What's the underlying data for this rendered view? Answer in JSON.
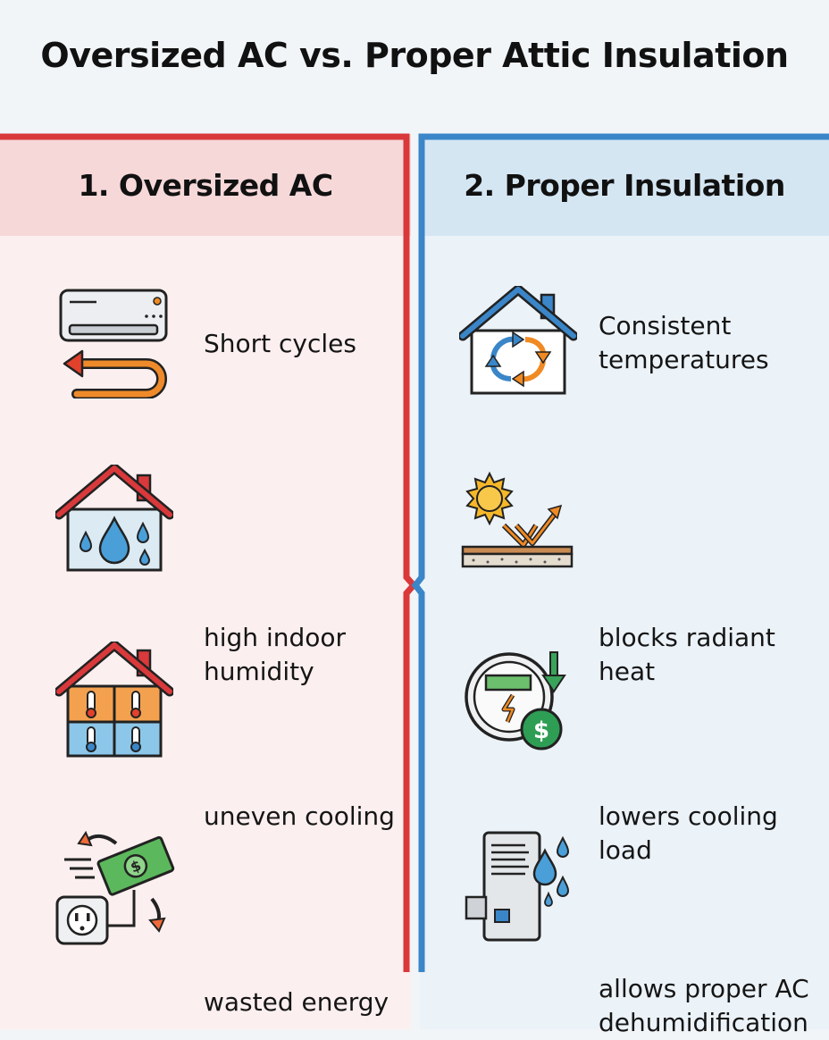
{
  "title": "Oversized AC vs. Proper Attic Insulation",
  "accent_colors": {
    "left": "#d9393b",
    "right": "#3a86c8"
  },
  "left": {
    "heading": "1. Oversized AC",
    "items": [
      {
        "label": "Short cycles",
        "icon": "ac-unit-cycle-icon"
      },
      {
        "label": "high indoor humidity",
        "icon": "humid-house-icon"
      },
      {
        "label": "uneven cooling",
        "icon": "uneven-temperature-house-icon"
      },
      {
        "label": "wasted energy",
        "icon": "money-outlet-icon"
      }
    ]
  },
  "right": {
    "heading": "2. Proper Insulation",
    "items": [
      {
        "label": "Consistent temperatures",
        "icon": "house-recycle-arrows-icon"
      },
      {
        "label": "blocks radiant heat",
        "icon": "sun-reflect-icon"
      },
      {
        "label": "lowers cooling load",
        "icon": "meter-dollar-icon"
      },
      {
        "label": "allows proper AC dehumidification",
        "icon": "dehumidifier-icon"
      }
    ]
  }
}
